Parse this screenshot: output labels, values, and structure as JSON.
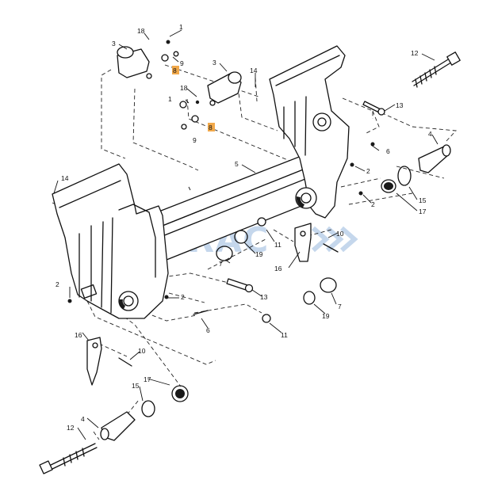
{
  "diagram": {
    "watermark": "INTRAC",
    "highlight_color": "#f2a94a",
    "watermark_color": "#7fa8d6",
    "callouts": [
      {
        "id": "c1a",
        "text": "1"
      },
      {
        "id": "c1b",
        "text": "1"
      },
      {
        "id": "c2a",
        "text": "2"
      },
      {
        "id": "c2b",
        "text": "2"
      },
      {
        "id": "c2c",
        "text": "2"
      },
      {
        "id": "c2d",
        "text": "2"
      },
      {
        "id": "c3a",
        "text": "3"
      },
      {
        "id": "c3b",
        "text": "3"
      },
      {
        "id": "c4a",
        "text": "4"
      },
      {
        "id": "c4b",
        "text": "4"
      },
      {
        "id": "c5",
        "text": "5"
      },
      {
        "id": "c6a",
        "text": "6"
      },
      {
        "id": "c6b",
        "text": "6"
      },
      {
        "id": "c7a",
        "text": "7"
      },
      {
        "id": "c7b",
        "text": "7"
      },
      {
        "id": "c8a",
        "text": "8"
      },
      {
        "id": "c8b",
        "text": "8"
      },
      {
        "id": "c9a",
        "text": "9"
      },
      {
        "id": "c9b",
        "text": "9"
      },
      {
        "id": "c10a",
        "text": "10"
      },
      {
        "id": "c10b",
        "text": "10"
      },
      {
        "id": "c11a",
        "text": "11"
      },
      {
        "id": "c11b",
        "text": "11"
      },
      {
        "id": "c12a",
        "text": "12"
      },
      {
        "id": "c12b",
        "text": "12"
      },
      {
        "id": "c13a",
        "text": "13"
      },
      {
        "id": "c13b",
        "text": "13"
      },
      {
        "id": "c14a",
        "text": "14"
      },
      {
        "id": "c14b",
        "text": "14"
      },
      {
        "id": "c15a",
        "text": "15"
      },
      {
        "id": "c15b",
        "text": "15"
      },
      {
        "id": "c16a",
        "text": "16"
      },
      {
        "id": "c16b",
        "text": "16"
      },
      {
        "id": "c17a",
        "text": "17"
      },
      {
        "id": "c17b",
        "text": "17"
      },
      {
        "id": "c18a",
        "text": "18"
      },
      {
        "id": "c18b",
        "text": "18"
      },
      {
        "id": "c19a",
        "text": "19"
      },
      {
        "id": "c19b",
        "text": "19"
      }
    ]
  }
}
